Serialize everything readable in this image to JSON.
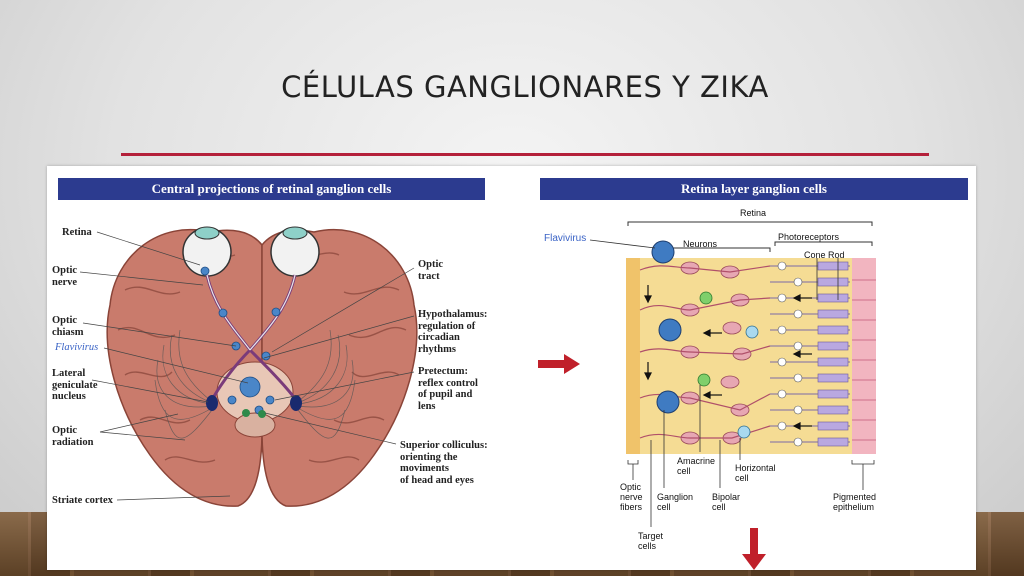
{
  "slide": {
    "title": "CÉLULAS GANGLIONARES Y ZIKA",
    "colors": {
      "accent_rule": "#b4203a",
      "panel_header": "#2c3b8f",
      "arrow": "#c0202a",
      "flavivirus_label": "#3a63c6"
    }
  },
  "left_figure": {
    "header": "Central projections of retinal ganglion cells",
    "labels": {
      "retina": "Retina",
      "optic_nerve": "Optic\nnerve",
      "optic_chiasm": "Optic\nchiasm",
      "flavivirus": "Flavivirus",
      "lateral_geniculate": "Lateral\ngeniculate\nnucleus",
      "optic_radiation": "Optic\nradiation",
      "striate_cortex": "Striate cortex",
      "optic_tract": "Optic\ntract",
      "hypothalamus": "Hypothalamus:\nregulation of\ncircadian\nrhythms",
      "pretectum": "Pretectum:\nreflex control\nof pupil and\nlens",
      "superior_colliculus": "Superior colliculus:\norienting the\nmoviments\nof head and eyes"
    }
  },
  "right_figure": {
    "header": "Retina layer ganglion cells",
    "labels": {
      "retina": "Retina",
      "flavivirus": "Flavivirus",
      "neurons": "Neurons",
      "photoreceptors": "Photoreceptors",
      "cone_rod": "Cone Rod",
      "amacrine": "Amacrine\ncell",
      "horizontal": "Horizontal\ncell",
      "optic_fibers": "Optic\nnerve\nfibers",
      "ganglion": "Ganglion\ncell",
      "bipolar": "Bipolar\ncell",
      "pigmented": "Pigmented\nepithelium",
      "target": "Target\ncells"
    }
  }
}
